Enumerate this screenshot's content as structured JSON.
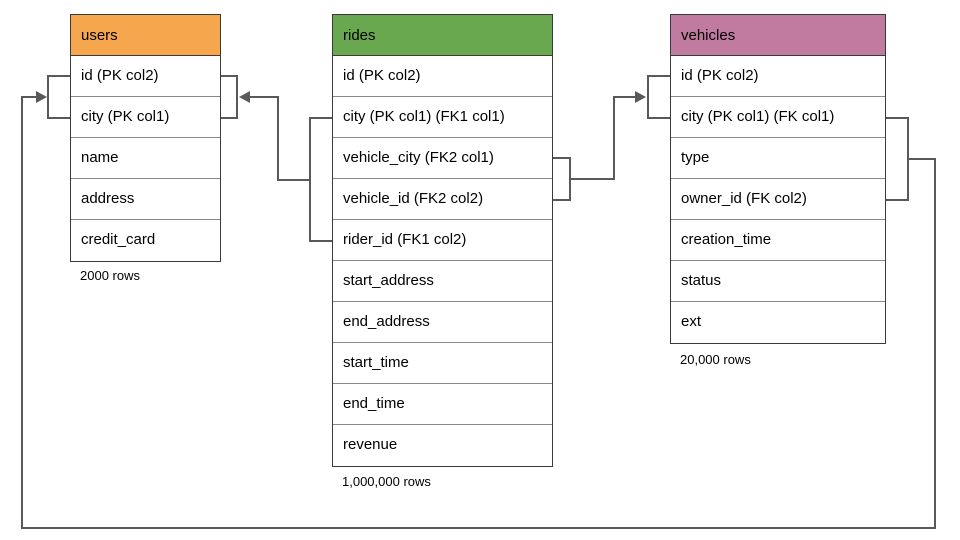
{
  "diagram": {
    "connector_color": "#595959",
    "tables": {
      "users": {
        "title": "users",
        "header_color": "#F6A64C",
        "rows": [
          "id (PK col2)",
          "city (PK col1)",
          "name",
          "address",
          "credit_card"
        ],
        "row_count": "2000 rows"
      },
      "rides": {
        "title": "rides",
        "header_color": "#6AA84F",
        "rows": [
          "id (PK col2)",
          "city (PK col1) (FK1 col1)",
          "vehicle_city (FK2 col1)",
          "vehicle_id (FK2 col2)",
          "rider_id (FK1 col2)",
          "start_address",
          "end_address",
          "start_time",
          "end_time",
          "revenue"
        ],
        "row_count": "1,000,000 rows"
      },
      "vehicles": {
        "title": "vehicles",
        "header_color": "#C27BA0",
        "rows": [
          "id (PK col2)",
          "city (PK col1) (FK col1)",
          "type",
          "owner_id (FK col2)",
          "creation_time",
          "status",
          "ext"
        ],
        "row_count": "20,000 rows"
      }
    }
  }
}
